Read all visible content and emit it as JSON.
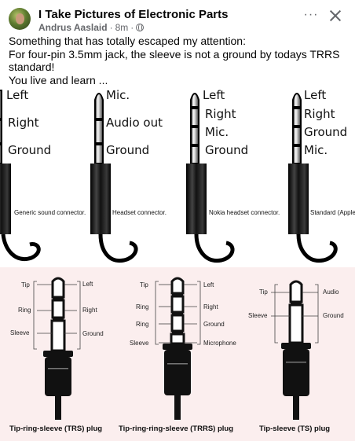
{
  "post": {
    "group_name": "I Take Pictures of Electronic Parts",
    "author": "Andrus Aaslaid",
    "time": "8m",
    "separator": "·",
    "more_label": "···",
    "text_lines": [
      "Something that has totally escaped my attention:",
      "For four-pin 3.5mm jack, the sleeve is not a ground by todays TRRS standard!",
      "You live and learn ..."
    ]
  },
  "image_top": {
    "connectors": [
      {
        "labels": [
          "Left",
          "Right",
          "Ground"
        ],
        "caption": "Generic sound connector."
      },
      {
        "labels": [
          "Mic.",
          "Audio out",
          "Ground"
        ],
        "caption": "Headset connector."
      },
      {
        "labels": [
          "Left",
          "Right",
          "Mic.",
          "Ground"
        ],
        "caption": "Nokia headset connector."
      },
      {
        "labels": [
          "Left",
          "Right",
          "Ground",
          "Mic."
        ],
        "caption": "Standard (Apple) conne"
      }
    ]
  },
  "image_bottom": {
    "plugs": [
      {
        "left_labels": [
          "Tip",
          "Ring",
          "Sleeve"
        ],
        "right_labels": [
          "Left",
          "Right",
          "Ground"
        ],
        "caption": "Tip-ring-sleeve (TRS) plug"
      },
      {
        "left_labels": [
          "Tip",
          "Ring",
          "Ring",
          "Sleeve"
        ],
        "right_labels": [
          "Left",
          "Right",
          "Ground",
          "Microphone"
        ],
        "caption": "Tip-ring-ring-sleeve (TRRS) plug"
      },
      {
        "left_labels": [
          "Tip",
          "Sleeve"
        ],
        "right_labels": [
          "Audio",
          "Ground"
        ],
        "caption": "Tip-sleeve (TS) plug"
      }
    ]
  }
}
